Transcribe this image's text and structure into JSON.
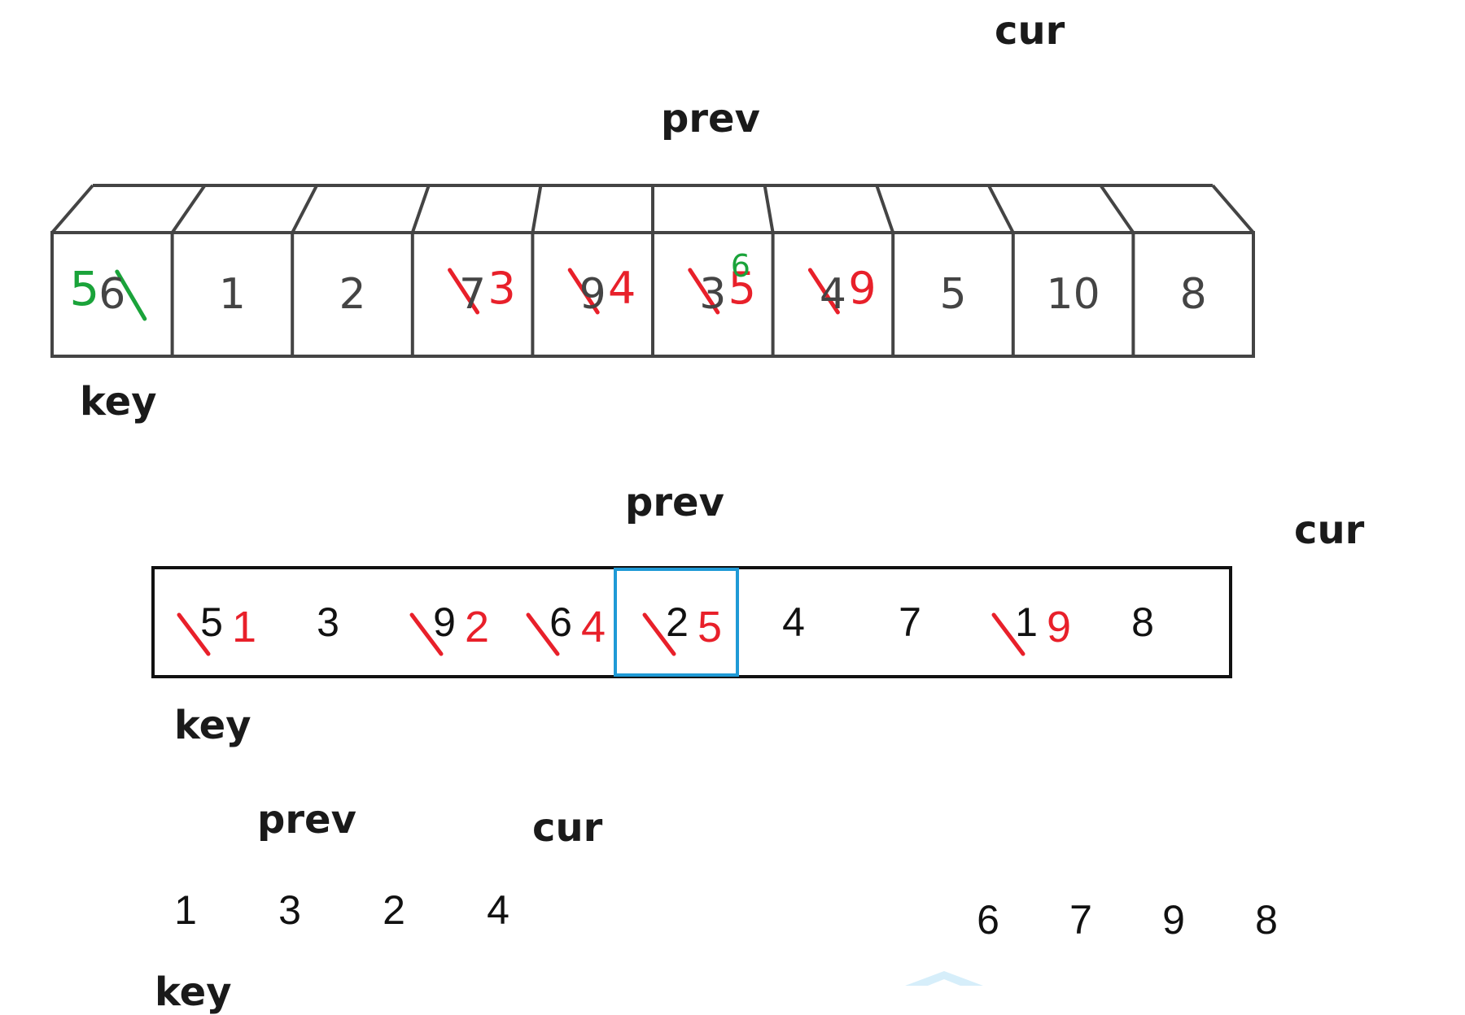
{
  "colors": {
    "ink": "#444444",
    "red_mark": "#e8202a",
    "green_mark": "#1aa33a",
    "highlight": "#1f9ad6",
    "watermark": "#d6eefa"
  },
  "panel1": {
    "cur_label": "cur",
    "prev_label": "prev",
    "key_label": "key",
    "cells": [
      "6",
      "1",
      "2",
      "7",
      "9",
      "3",
      "4",
      "5",
      "10",
      "8"
    ],
    "red_rewrites": [
      "",
      "",
      "",
      "3",
      "4",
      "5",
      "9",
      "",
      "",
      ""
    ],
    "green_rewrites": [
      "5",
      "",
      "",
      "",
      "",
      "6",
      "",
      "",
      "",
      ""
    ]
  },
  "panel2": {
    "prev_label": "prev",
    "cur_label": "cur",
    "key_label": "key",
    "cells": [
      "5",
      "3",
      "9",
      "6",
      "2",
      "4",
      "7",
      "1",
      "8"
    ],
    "red_rewrites": [
      "1",
      "",
      "2",
      "4",
      "5",
      "",
      "",
      "9",
      ""
    ],
    "highlighted_index": 4
  },
  "panel3": {
    "prev_label": "prev",
    "cur_label": "cur",
    "key_label": "key",
    "left_values": [
      "1",
      "3",
      "2",
      "4"
    ],
    "right_values": [
      "6",
      "7",
      "9",
      "8"
    ]
  }
}
